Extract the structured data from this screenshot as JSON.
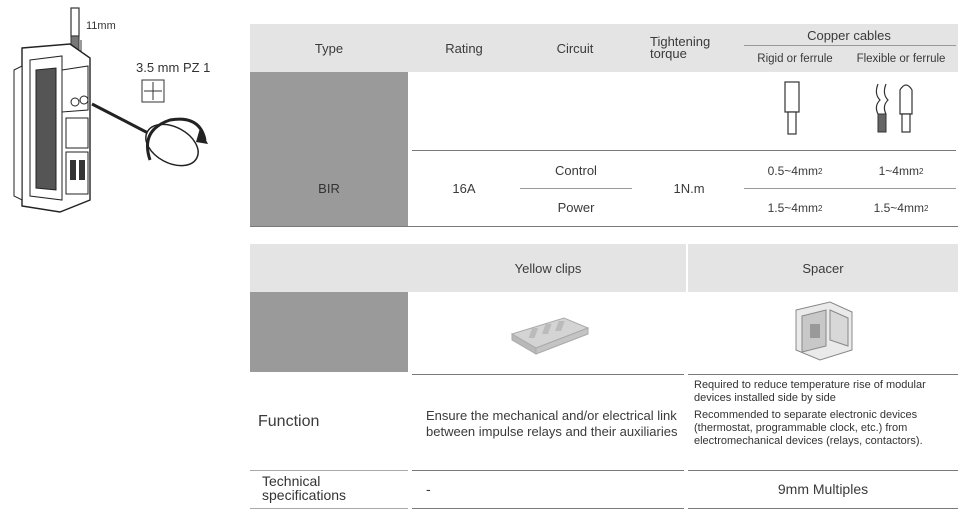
{
  "illustration": {
    "wire_strip_label": "11mm",
    "screwdriver_label": "3.5 mm PZ 1"
  },
  "table1": {
    "headers": {
      "type": "Type",
      "rating": "Rating",
      "circuit": "Circuit",
      "torque": "Tightening torque",
      "copper": "Copper cables",
      "rigid": "Rigid or ferrule",
      "flexible": "Flexible or ferrule"
    },
    "row": {
      "type": "BIR",
      "rating": "16A",
      "circuit_control": "Control",
      "circuit_power": "Power",
      "torque": "1N.m",
      "rigid_control": "0.5~4mm",
      "flexible_control": "1~4mm",
      "rigid_power": "1.5~4mm",
      "flexible_power": "1.5~4mm",
      "unit_sup": "2"
    }
  },
  "table2": {
    "col1": "Yellow clips",
    "col2": "Spacer",
    "function_label": "Function",
    "function_clips": "Ensure the mechanical and/or electrical link between impulse relays and their auxiliaries",
    "function_spacer_1": "Required to reduce temperature rise of modular devices installed side by side",
    "function_spacer_2": "Recommended to separate electronic devices (thermostat, programmable clock, etc.) from electromechanical devices (relays, contactors).",
    "tech_label": "Technical specifications",
    "tech_clips": "-",
    "tech_spacer": "9mm Multiples"
  },
  "colors": {
    "header_bg": "#e4e4e4",
    "dark_bg": "#9a9a9a",
    "clip": "#c9c9c9"
  }
}
